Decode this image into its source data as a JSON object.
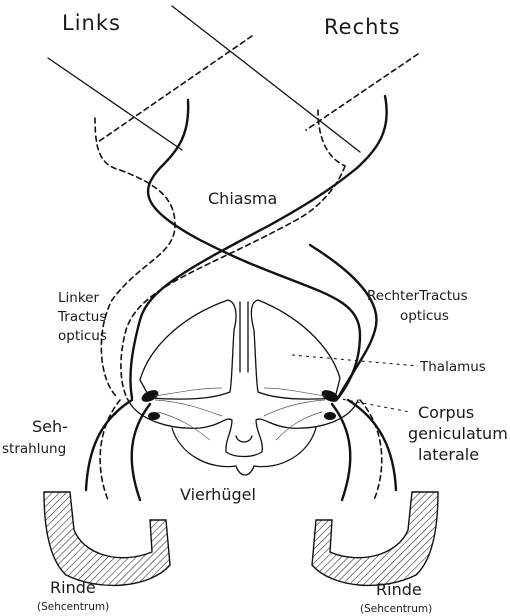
{
  "labels": {
    "links": "Links",
    "rechts": "Rechts",
    "chiasma": "Chiasma",
    "linker_tractus": [
      "Linker",
      "Tractus",
      "opticus"
    ],
    "rechter_tractus": [
      "RechterTractus",
      "opticus"
    ],
    "thalamus": "Thalamus",
    "corpus": [
      "Corpus",
      "geniculatum",
      "laterale"
    ],
    "sehstrahlung": [
      "Seh-",
      "strahlung"
    ],
    "vierhuegel": "Vierhügel",
    "rinde_left": "Rinde",
    "rinde_left_sub": "(Sehcentrum)",
    "rinde_right": "Rinde",
    "rinde_right_sub": "(Sehcentrum)"
  },
  "legend": {
    "solid_line": "solid",
    "dashed_line": "dashed"
  }
}
